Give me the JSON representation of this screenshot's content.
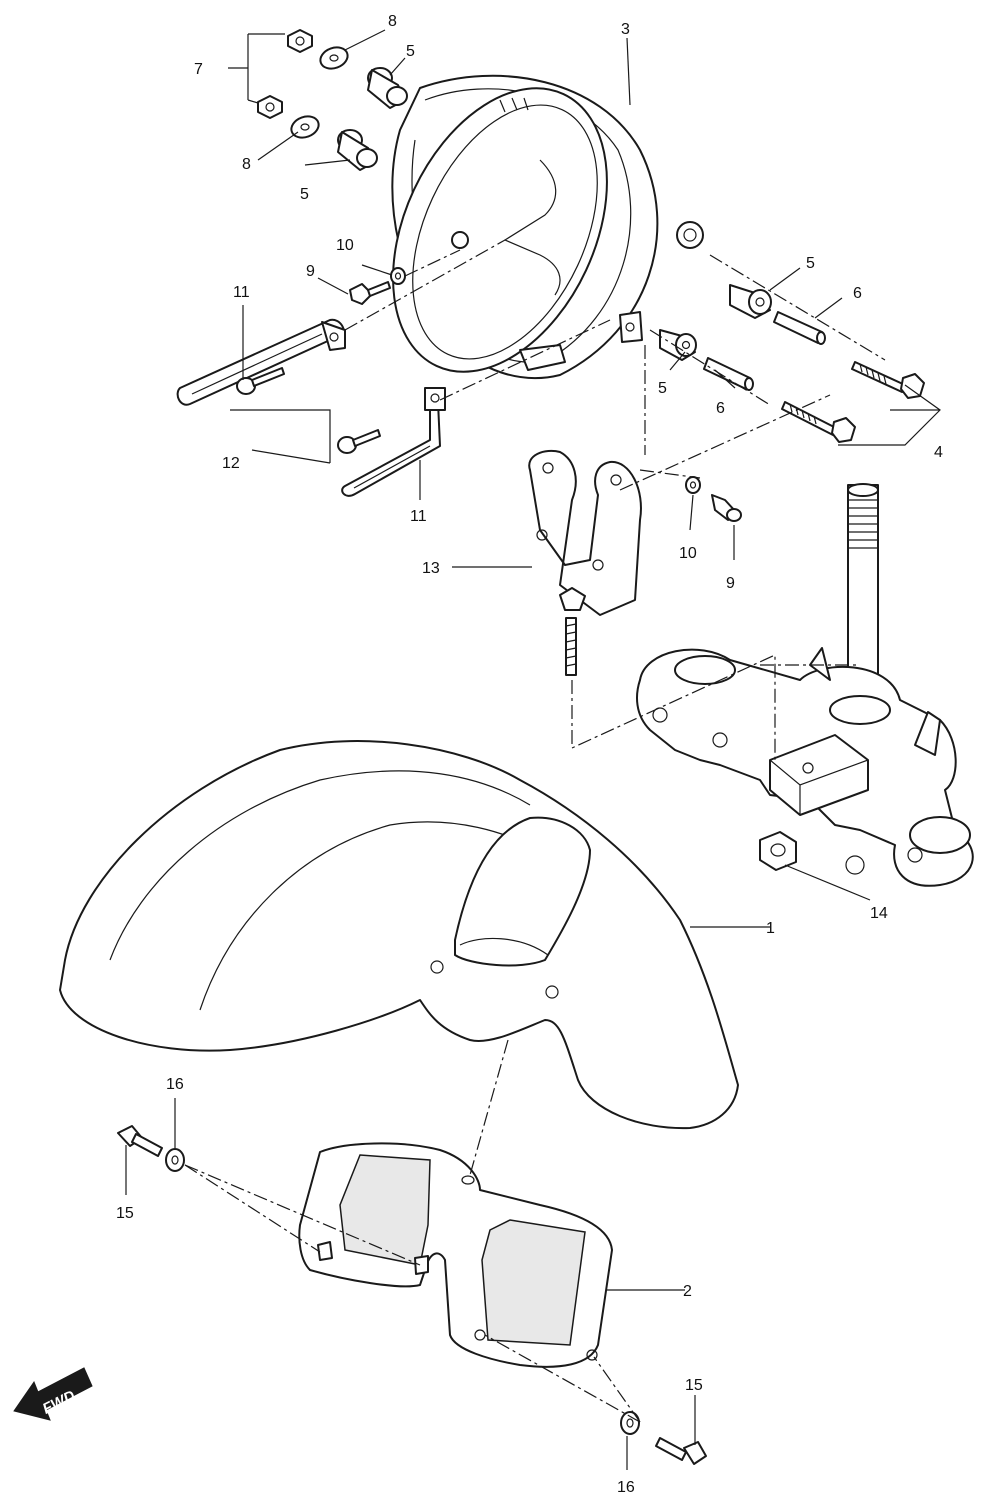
{
  "diagram": {
    "callouts": [
      "1",
      "2",
      "3",
      "4",
      "5",
      "5",
      "5",
      "5",
      "6",
      "6",
      "7",
      "8",
      "8",
      "9",
      "9",
      "10",
      "10",
      "11",
      "11",
      "12",
      "13",
      "14",
      "15",
      "15",
      "16",
      "16"
    ],
    "fwd_label": "FWD"
  },
  "parts": [
    {
      "name": "front-fender"
    },
    {
      "name": "fender-brace"
    },
    {
      "name": "headlight-housing"
    },
    {
      "name": "bolt"
    },
    {
      "name": "rubber-grommet"
    },
    {
      "name": "collar"
    },
    {
      "name": "nut"
    },
    {
      "name": "washer"
    },
    {
      "name": "screw"
    },
    {
      "name": "washer-small"
    },
    {
      "name": "bracket"
    },
    {
      "name": "screw-bracket"
    },
    {
      "name": "headlight-mount-bracket"
    },
    {
      "name": "flange-nut"
    },
    {
      "name": "fender-bolt"
    },
    {
      "name": "fender-washer"
    }
  ]
}
